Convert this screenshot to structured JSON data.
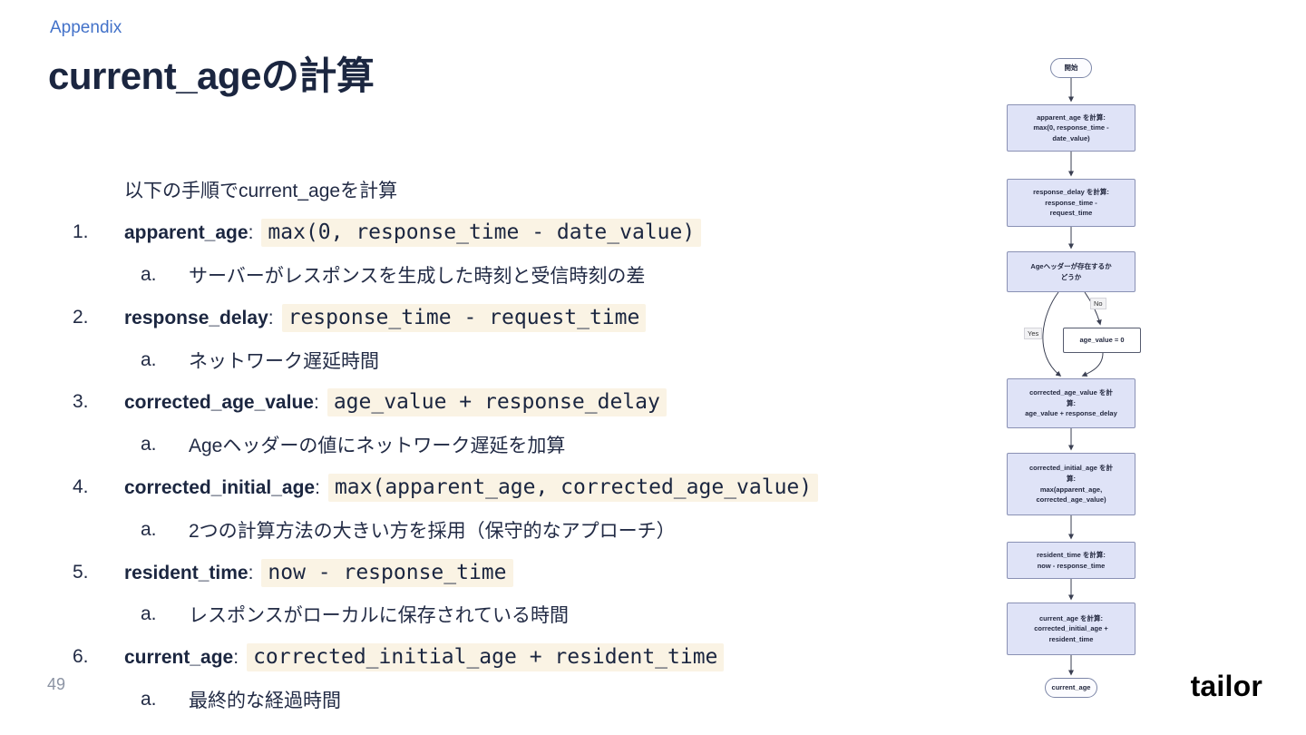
{
  "slide": {
    "eyebrow": "Appendix",
    "title": "current_ageの計算",
    "page_number": "49",
    "logo_text": "tailor"
  },
  "content": {
    "intro": "以下の手順でcurrent_ageを計算",
    "steps": [
      {
        "num": "1.",
        "term": "apparent_age",
        "sep": ":",
        "code": "max(0, response_time - date_value)",
        "sub_num": "a.",
        "sub_text": "サーバーがレスポンスを生成した時刻と受信時刻の差"
      },
      {
        "num": "2.",
        "term": "response_delay",
        "sep": ":",
        "code": "response_time - request_time",
        "sub_num": "a.",
        "sub_text": "ネットワーク遅延時間"
      },
      {
        "num": "3.",
        "term": "corrected_age_value",
        "sep": ":",
        "code": "age_value + response_delay",
        "sub_num": "a.",
        "sub_text": "Ageヘッダーの値にネットワーク遅延を加算"
      },
      {
        "num": "4.",
        "term": "corrected_initial_age",
        "sep": ":",
        "code": "max(apparent_age, corrected_age_value)",
        "sub_num": "a.",
        "sub_text": "2つの計算方法の大きい方を採用（保守的なアプローチ）"
      },
      {
        "num": "5.",
        "term": "resident_time",
        "sep": ":",
        "code": "now - response_time",
        "sub_num": "a.",
        "sub_text": "レスポンスがローカルに保存されている時間"
      },
      {
        "num": "6.",
        "term": "current_age",
        "sep": ":",
        "code": "corrected_initial_age + resident_time",
        "sub_num": "a.",
        "sub_text": "最終的な経過時間"
      }
    ]
  },
  "flowchart": {
    "start_label": "開始",
    "end_label": "current_age",
    "yes_label": "Yes",
    "no_label": "No",
    "nodes": [
      {
        "text": "apparent_age を計算:\nmax(0, response_time -\ndate_value)"
      },
      {
        "text": "response_delay を計算:\nresponse_time -\nrequest_time"
      },
      {
        "text": "Ageヘッダーが存在するか\nどうか"
      },
      {
        "text": "age_value = 0"
      },
      {
        "text": "corrected_age_value を計\n算:\nage_value + response_delay"
      },
      {
        "text": "corrected_initial_age を計\n算:\nmax(apparent_age,\ncorrected_age_value)"
      },
      {
        "text": "resident_time を計算:\nnow - response_time"
      },
      {
        "text": "current_age を計算:\ncorrected_initial_age +\nresident_time"
      }
    ]
  },
  "colors": {
    "accent_blue": "#4372c9",
    "title_navy": "#1b2640",
    "code_background": "#faf3e4",
    "node_fill": "#dfe3f7",
    "node_border": "#8a91b4"
  }
}
